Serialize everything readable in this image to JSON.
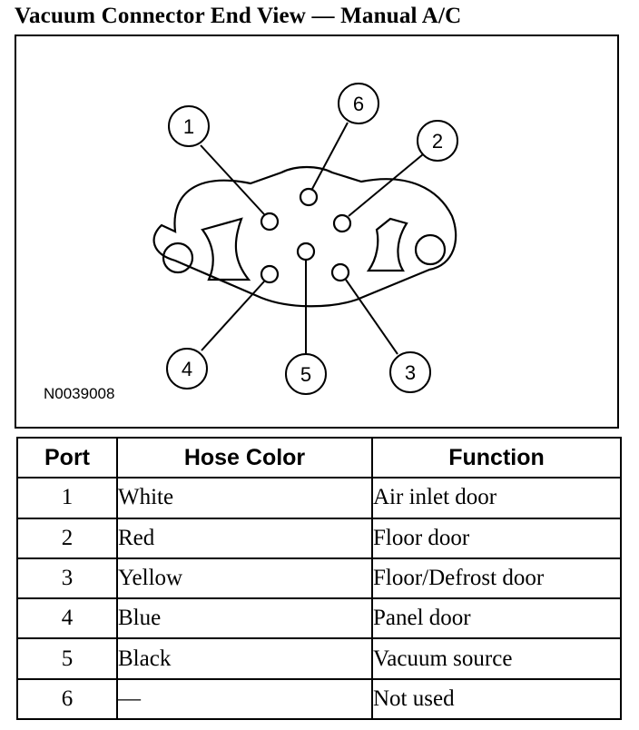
{
  "title": "Vacuum Connector End View — Manual A/C",
  "figure_id": "N0039008",
  "callouts": [
    "1",
    "2",
    "3",
    "4",
    "5",
    "6"
  ],
  "table": {
    "headers": [
      "Port",
      "Hose Color",
      "Function"
    ],
    "rows": [
      {
        "port": "1",
        "color": "White",
        "function": "Air inlet door"
      },
      {
        "port": "2",
        "color": "Red",
        "function": "Floor door"
      },
      {
        "port": "3",
        "color": "Yellow",
        "function": "Floor/Defrost door"
      },
      {
        "port": "4",
        "color": "Blue",
        "function": "Panel door"
      },
      {
        "port": "5",
        "color": "Black",
        "function": "Vacuum source"
      },
      {
        "port": "6",
        "color": "—",
        "function": "Not used"
      }
    ]
  }
}
